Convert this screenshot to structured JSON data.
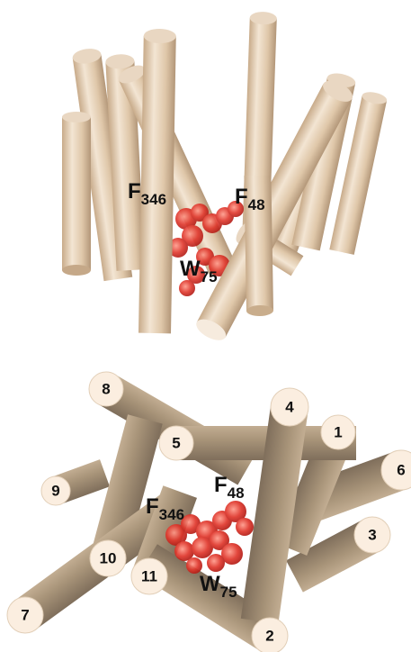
{
  "top_panel": {
    "residue_labels": [
      {
        "id": "F346",
        "letter": "F",
        "sub": "346"
      },
      {
        "id": "F48",
        "letter": "F",
        "sub": "48"
      },
      {
        "id": "W75",
        "letter": "W",
        "sub": "75"
      }
    ]
  },
  "bottom_panel": {
    "helix_numbers": [
      "1",
      "2",
      "3",
      "4",
      "5",
      "6",
      "7",
      "8",
      "9",
      "10",
      "11"
    ],
    "residue_labels": [
      {
        "id": "F48",
        "letter": "F",
        "sub": "48"
      },
      {
        "id": "F346",
        "letter": "F",
        "sub": "346"
      },
      {
        "id": "W75",
        "letter": "W",
        "sub": "75"
      }
    ]
  },
  "colors": {
    "helix_top_light": "#f4e6d4",
    "helix_top_mid": "#dcc2a2",
    "helix_top_dark": "#b99d7e",
    "helix_bottom_light": "#cdb89d",
    "helix_bottom_mid": "#a79378",
    "helix_bottom_dark": "#857461",
    "cap_fill": "#fbeee0",
    "ligand_red": "#e0372c"
  }
}
